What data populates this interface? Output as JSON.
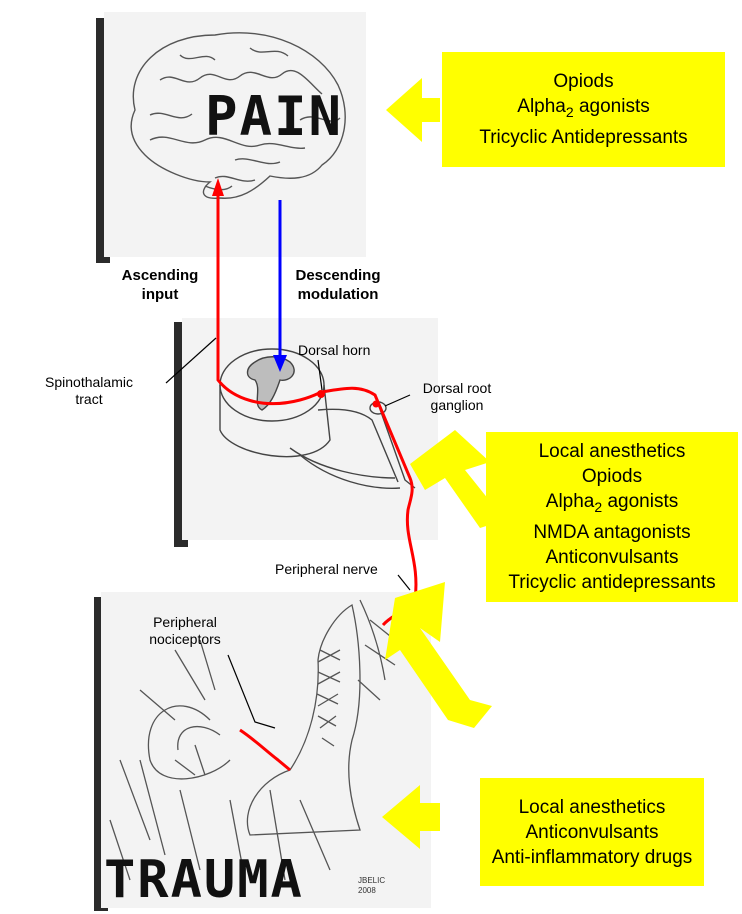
{
  "brain_word": "PAIN",
  "trauma_word": "TRAUMA",
  "ascending_label": [
    "Ascending",
    "input"
  ],
  "descending_label": [
    "Descending",
    "modulation"
  ],
  "spinothalamic_label": [
    "Spinothalamic",
    "tract"
  ],
  "dorsal_horn_label": "Dorsal horn",
  "dorsal_root_label": [
    "Dorsal root",
    "ganglion"
  ],
  "peripheral_nerve_label": "Peripheral nerve",
  "nociceptors_label": [
    "Peripheral",
    "nociceptors"
  ],
  "signature": "JBELIC 2008",
  "box_brain": {
    "lines": [
      "Opiods",
      "Alpha",
      "Tricyclic Antidepressants"
    ],
    "alpha_sub": "2",
    "alpha_rest": " agonists"
  },
  "box_spine": {
    "lines": [
      "Local anesthetics",
      "Opiods",
      "Alpha",
      "NMDA antagonists",
      "Anticonvulsants",
      "Tricyclic antidepressants"
    ],
    "alpha_sub": "2",
    "alpha_rest": " agonists"
  },
  "box_trauma": {
    "lines": [
      "Local anesthetics",
      "Anticonvulsants",
      "Anti-inflammatory drugs"
    ]
  },
  "colors": {
    "ascending": "#ff0000",
    "descending": "#0000ff",
    "highlight": "#ffff00"
  }
}
